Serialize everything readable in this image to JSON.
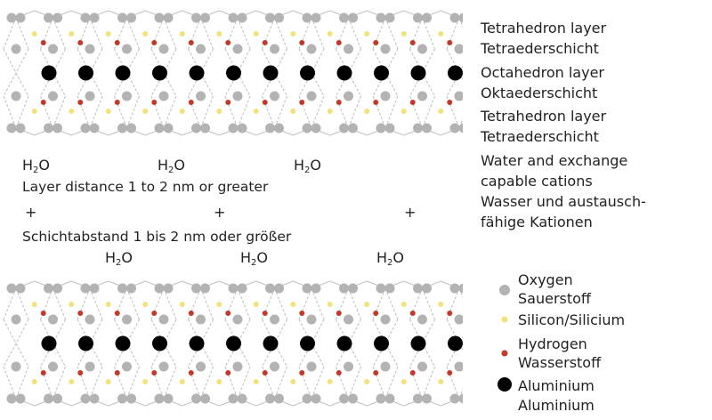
{
  "colors": {
    "oxygen": "#b3b3b3",
    "silicon": "#f2e27a",
    "hydrogen": "#c0392b",
    "aluminium": "#000000",
    "bond": "#c2c2c2"
  },
  "structure_legend": [
    {
      "en": "Tetrahedron layer",
      "de": "Tetraederschicht"
    },
    {
      "en": "Octahedron layer",
      "de": "Oktaederschicht"
    },
    {
      "en": "Tetrahedron layer",
      "de": "Tetraederschicht"
    },
    {
      "en": "Water and exchange",
      "en2": "capable cations",
      "de": "Wasser und austausch-",
      "de2": "fähige Kationen"
    }
  ],
  "interlayer": {
    "water_base": "H",
    "water_sub": "2",
    "water_end": "O",
    "distance_en": "Layer distance 1 to 2 nm or greater",
    "distance_de": "Schichtabstand 1 bis 2 nm oder größer",
    "plus": "+"
  },
  "atom_legend": [
    {
      "icon": "oxygen-atom-icon",
      "color_key": "oxygen",
      "label": "Oxygen",
      "label2": "Sauerstoff"
    },
    {
      "icon": "silicon-atom-icon",
      "color_key": "silicon",
      "label": "Silicon/Silicium",
      "label2": ""
    },
    {
      "icon": "hydrogen-atom-icon",
      "color_key": "hydrogen",
      "label": "Hydrogen",
      "label2": "Wasserstoff"
    },
    {
      "icon": "aluminium-atom-icon",
      "color_key": "aluminium",
      "label": "Aluminium",
      "label2": "Aluminium"
    }
  ]
}
